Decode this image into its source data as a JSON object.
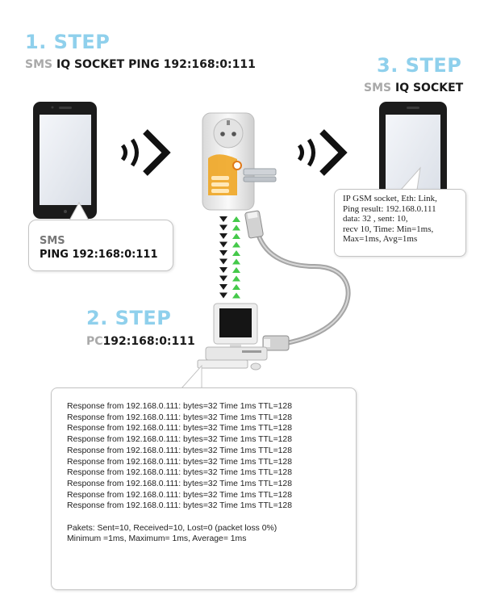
{
  "step1": {
    "title": "1. STEP",
    "sub_prefix": "SMS",
    "sub_text": " IQ SOCKET PING 192:168:0:111"
  },
  "step2": {
    "title": "2. STEP",
    "sub_prefix": "PC",
    "sub_text": "192:168:0:111"
  },
  "step3": {
    "title": "3. STEP",
    "sub_prefix": "SMS",
    "sub_text": " IQ SOCKET"
  },
  "sms_bubble": {
    "line1": "SMS",
    "line2": "PING 192:168:0:111"
  },
  "reply_bubble": {
    "lines": [
      "IP GSM socket, Eth: Link,",
      "Ping result: 192.168.0.111",
      "data: 32 , sent: 10,",
      "recv 10, Time: Min=1ms,",
      "Max=1ms, Avg=1ms"
    ]
  },
  "console": {
    "responses": [
      "Response from 192.168.0.111: bytes=32 Time 1ms TTL=128",
      "Response from 192.168.0.111: bytes=32 Time 1ms TTL=128",
      "Response from 192.168.0.111: bytes=32 Time 1ms TTL=128",
      "Response from 192.168.0.111: bytes=32 Time 1ms TTL=128",
      "Response from 192.168.0.111: bytes=32 Time 1ms TTL=128",
      "Response from 192.168.0.111: bytes=32 Time 1ms TTL=128",
      "Response from 192.168.0.111: bytes=32 Time 1ms TTL=128",
      "Response from 192.168.0.111: bytes=32 Time 1ms TTL=128",
      "Response from 192.168.0.111: bytes=32 Time 1ms TTL=128",
      "Response from 192.168.0.111: bytes=32 Time 1ms TTL=128"
    ],
    "summary1": "Pakets: Sent=10, Received=10, Lost=0 (packet loss 0%)",
    "summary2": "Minimum =1ms, Maximum= 1ms, Average= 1ms"
  },
  "colors": {
    "step_title": "#8fd0ec",
    "arrow_down": "#1a1a1a",
    "arrow_up": "#44c94a",
    "socket_accent": "#f0a623"
  },
  "icons": [
    "phone-icon",
    "wireless-signal-icon",
    "iq-socket-device-icon",
    "ethernet-cable-icon",
    "desktop-pc-icon"
  ]
}
